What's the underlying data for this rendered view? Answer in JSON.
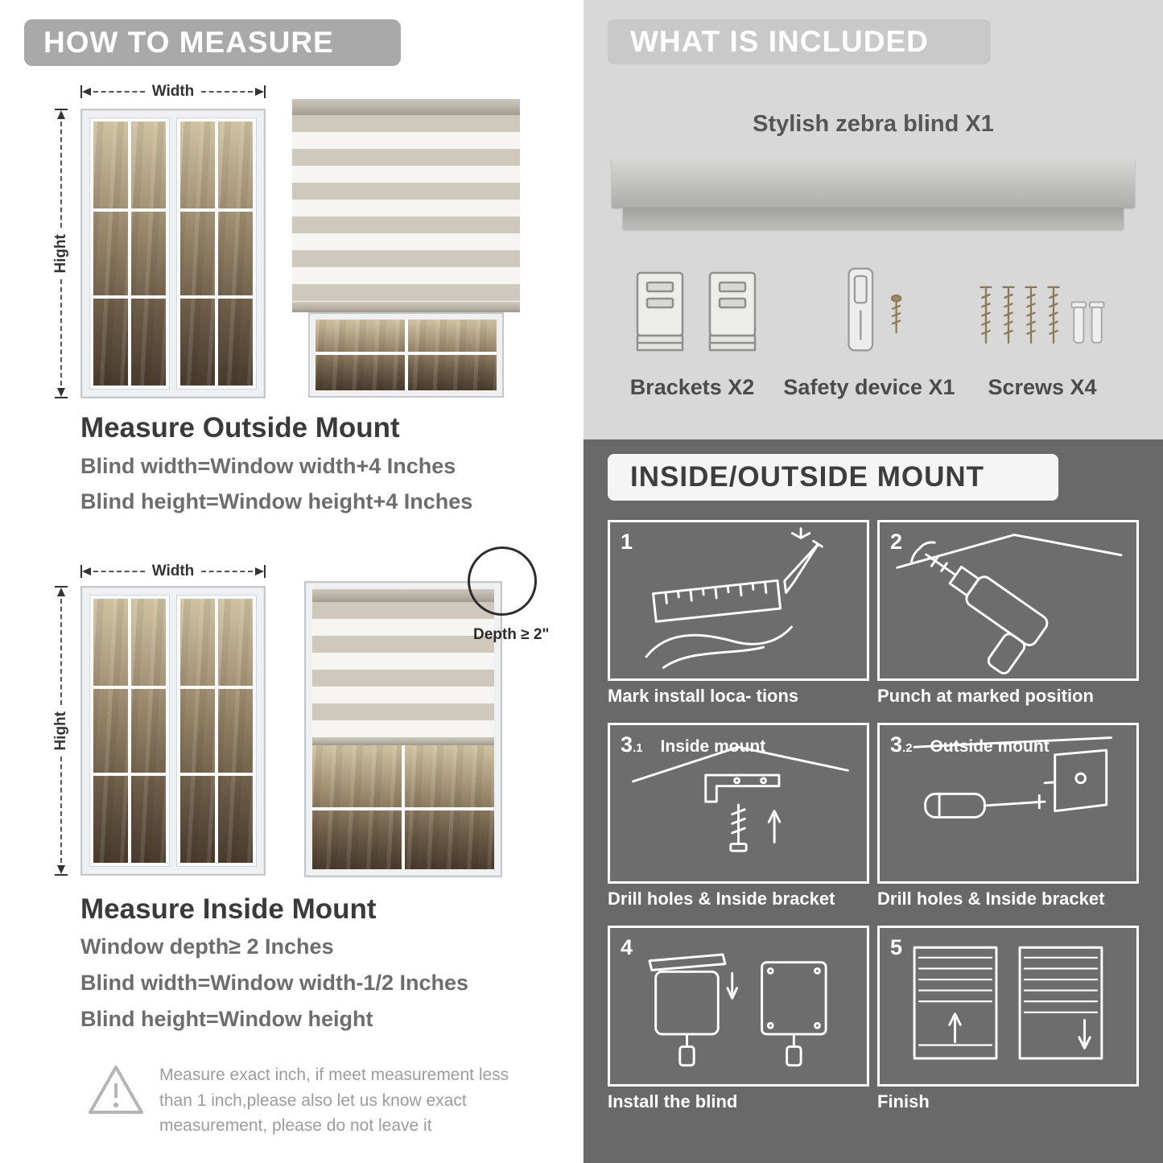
{
  "left": {
    "header": "HOW TO MEASURE",
    "outside": {
      "width_label": "Width",
      "height_label": "Hight",
      "title": "Measure Outside Mount",
      "lines": [
        "Blind width=Window width+4 Inches",
        "Blind height=Window height+4 Inches"
      ]
    },
    "inside": {
      "width_label": "Width",
      "height_label": "Hight",
      "depth_note": "Depth ≥ 2\"",
      "title": "Measure Inside Mount",
      "lines": [
        "Window depth≥ 2 Inches",
        "Blind width=Window width-1/2 Inches",
        "Blind height=Window height"
      ]
    },
    "warning_note": "Measure exact inch, if meet measurement less than 1 inch,please also let us know exact measurement, please do not leave it"
  },
  "right": {
    "included": {
      "header": "WHAT IS INCLUDED",
      "blind_label": "Stylish zebra blind X1",
      "items": [
        {
          "label": "Brackets X2",
          "icon": "brackets-icon"
        },
        {
          "label": "Safety device X1",
          "icon": "safety-device-icon"
        },
        {
          "label": "Screws X4",
          "icon": "screws-icon"
        }
      ]
    },
    "mount": {
      "header": "INSIDE/OUTSIDE MOUNT",
      "steps": [
        {
          "num": "1",
          "sub": "",
          "title": "",
          "caption": "Mark install loca- tions"
        },
        {
          "num": "2",
          "sub": "",
          "title": "",
          "caption": "Punch at marked position"
        },
        {
          "num": "3",
          "sub": ".1",
          "title": "Inside mount",
          "caption": "Drill holes & Inside bracket"
        },
        {
          "num": "3",
          "sub": ".2",
          "title": "Outside mount",
          "caption": "Drill holes & Inside bracket"
        },
        {
          "num": "4",
          "sub": "",
          "title": "",
          "caption": "Install the blind"
        },
        {
          "num": "5",
          "sub": "",
          "title": "",
          "caption": "Finish"
        }
      ]
    }
  },
  "colors": {
    "left_banner": "#a9a9a9",
    "right_top_bg": "#d8d8d8",
    "right_top_banner": "#c9c9c9",
    "dark_section_bg": "#696969",
    "dark_banner_bg": "#f5f5f5",
    "text_dark": "#3a3a3a",
    "text_gray": "#6d6d6d"
  }
}
